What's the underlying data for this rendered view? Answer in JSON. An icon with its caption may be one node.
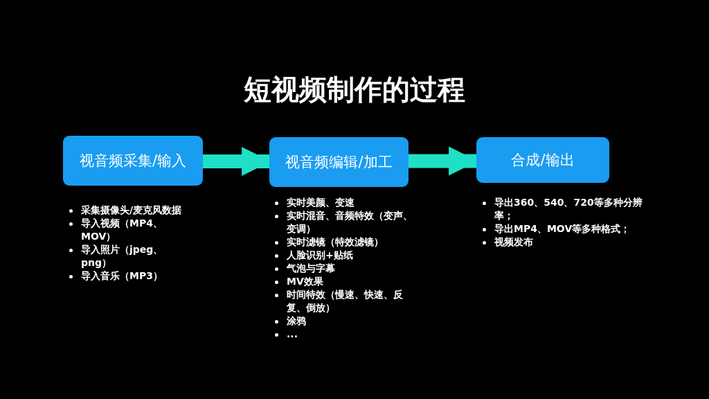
{
  "diagram": {
    "title": "短视频制作的过程",
    "nodes": [
      {
        "text": [
          "视音频采集/输入"
        ],
        "beside": [
          "采集摄像头/麦克风数据",
          "导入视频（MP4、MOV）",
          "导入照片（jpeg、png）",
          "导入音乐（MP3）"
        ]
      },
      {
        "text": [
          "视音频编辑/加工"
        ],
        "beside": [
          "实时美颜、变速",
          "实时混音、音频特效（变声、变调）",
          "实时滤镜（特效滤镜）",
          "人脸识别+贴纸",
          "气泡与字幕",
          "MV效果",
          "时间特效（慢速、快速、反复、倒放）",
          "涂鸦",
          "..."
        ]
      },
      {
        "text": [
          "合成/输出"
        ],
        "beside": [
          "导出360、540、720等多种分辨率；",
          "导出MP4、MOV等多种格式；",
          "视频发布"
        ]
      }
    ],
    "edges": [
      {
        "from": 0,
        "to": 1,
        "arrow": "to"
      },
      {
        "from": 1,
        "to": 2,
        "arrow": "to"
      }
    ]
  }
}
